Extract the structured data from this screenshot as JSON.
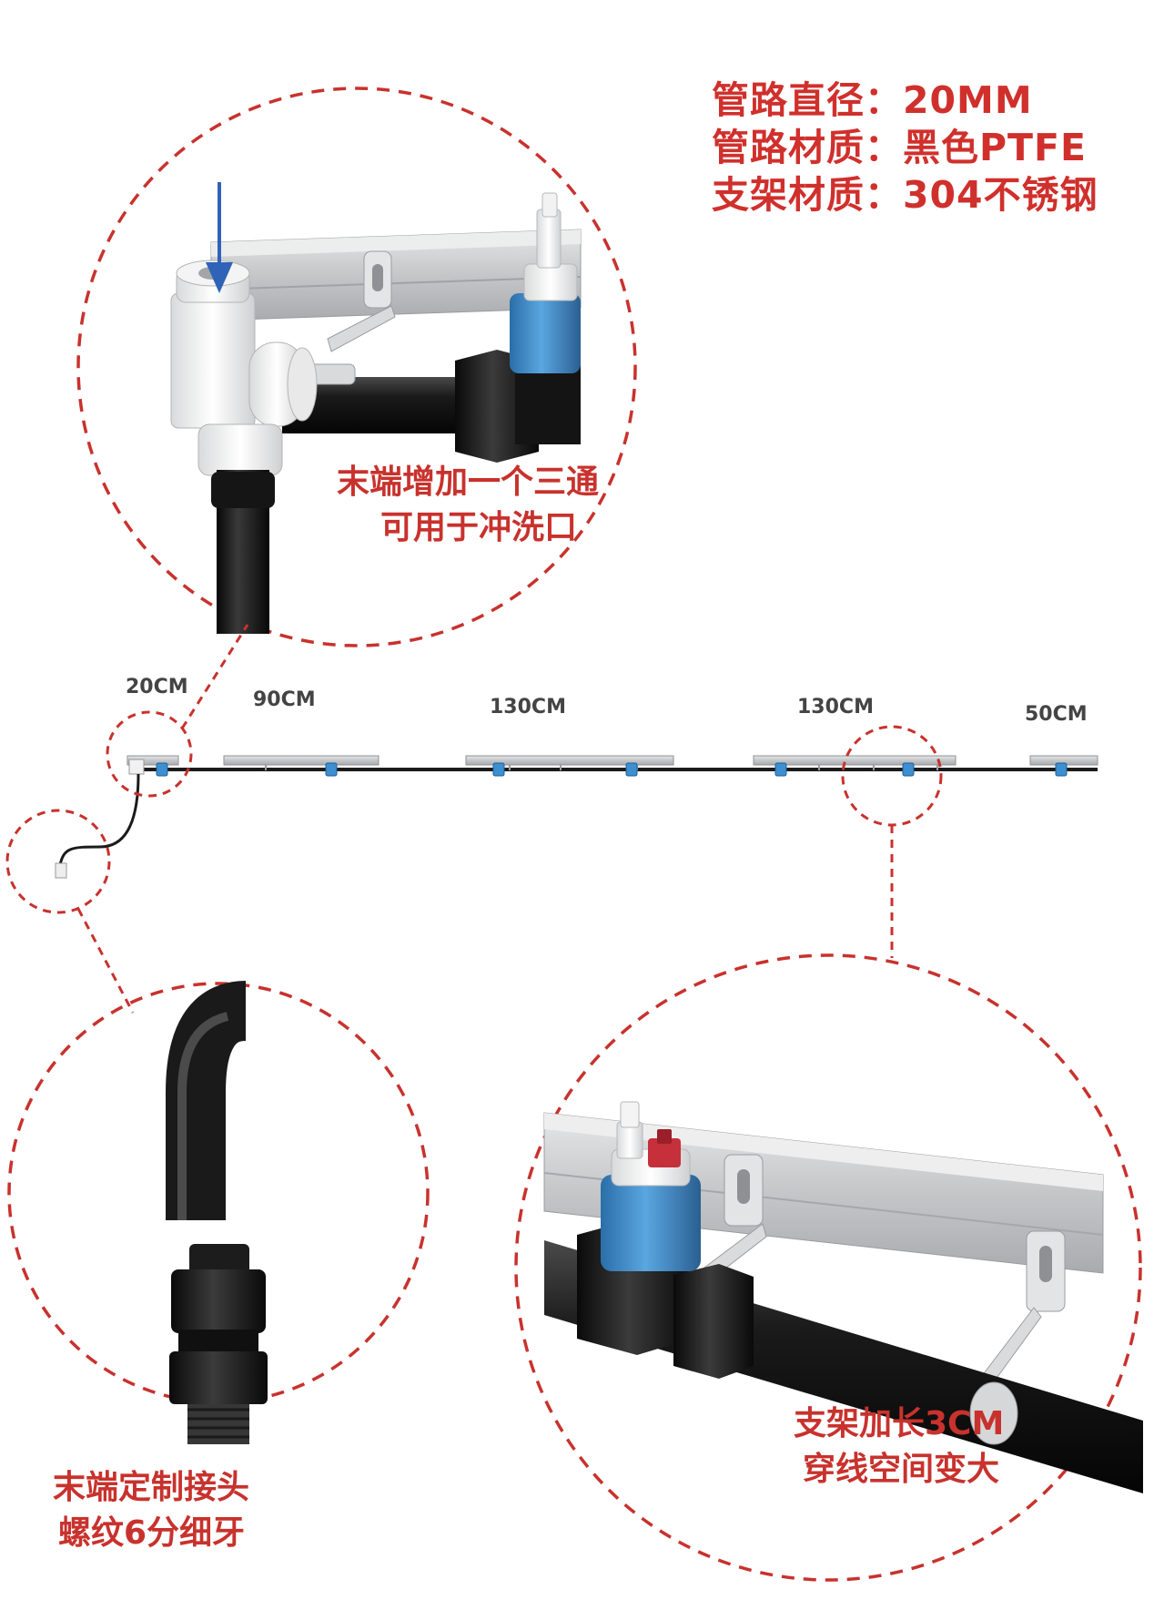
{
  "specs": {
    "line1": "管路直径：20MM",
    "line2": "管路材质：黑色PTFE",
    "line3": "支架材质：304不锈钢"
  },
  "callouts": {
    "top_line1": "末端增加一个三通",
    "top_line2": "可用于冲洗口",
    "bottom_left_line1": "末端定制接头",
    "bottom_left_line2": "螺纹6分细牙",
    "bottom_right_line1": "支架加长3CM",
    "bottom_right_line2": "穿线空间变大"
  },
  "dimensions": [
    "20CM",
    "90CM",
    "130CM",
    "130CM",
    "50CM"
  ],
  "colors": {
    "accent_red": "#c8322d",
    "pipe_black": "#1b1b1b",
    "cap_blue": "#3d8fd0",
    "rail_gray": "#c9cacb",
    "arrow_blue": "#2f63b8"
  }
}
